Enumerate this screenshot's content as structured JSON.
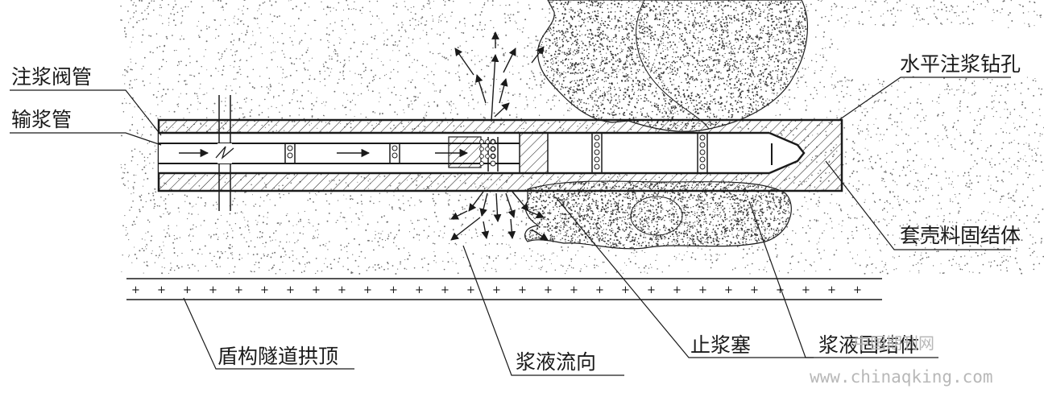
{
  "labels": {
    "grout_valve_pipe": "注浆阀管",
    "grout_delivery_pipe": "输浆管",
    "horizontal_grout_borehole": "水平注浆钻孔",
    "casing_material_consolidation": "套壳料固结体",
    "shield_tunnel_crown": "盾构隧道拱顶",
    "grout_flow_direction": "浆液流向",
    "grout_stop_plug": "止浆塞",
    "grout_consolidation_body": "浆液固结体"
  },
  "watermark": {
    "site_name": "中国期刊网",
    "url": "www.chinaqking.com"
  },
  "colors": {
    "line": "#1a1a1a",
    "soil_dots": "#6f6f6f",
    "grout_body": "#3c3c3c",
    "watermark": "#b8b8b8"
  }
}
